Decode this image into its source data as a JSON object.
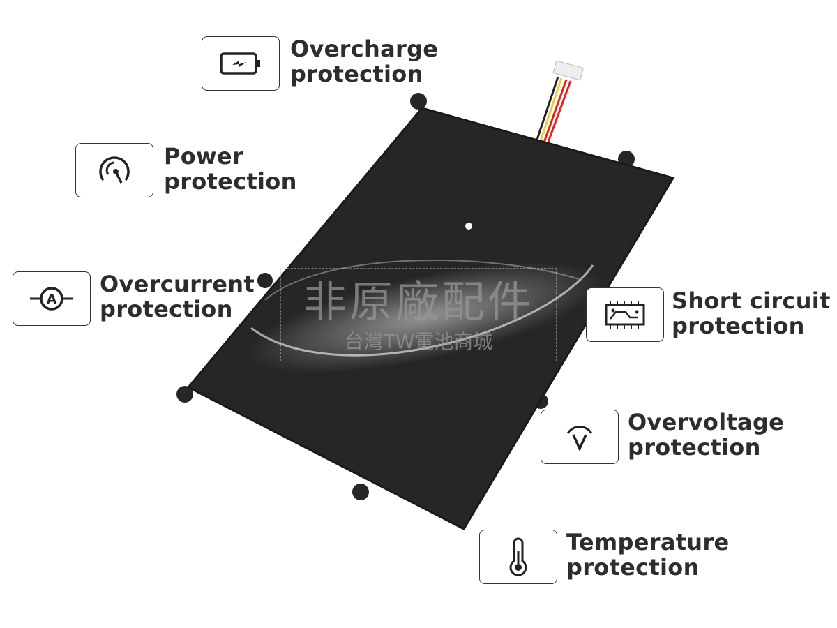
{
  "features": [
    {
      "icon": "battery-charge-icon",
      "line1": "Overcharge",
      "line2": "protection"
    },
    {
      "icon": "gauge-icon",
      "line1": "Power",
      "line2": "protection"
    },
    {
      "icon": "ammeter-icon",
      "line1": "Overcurrent",
      "line2": "protection"
    },
    {
      "icon": "circuit-board-icon",
      "line1": "Short circuit",
      "line2": "protection"
    },
    {
      "icon": "voltmeter-icon",
      "line1": "Overvoltage",
      "line2": "protection"
    },
    {
      "icon": "thermometer-icon",
      "line1": "Temperature",
      "line2": "protection"
    }
  ],
  "watermark": {
    "title": "非原廠配件",
    "subtitle": "台灣TW電池商城"
  },
  "colors": {
    "battery": "#262626",
    "text": "#2d2d2d"
  }
}
